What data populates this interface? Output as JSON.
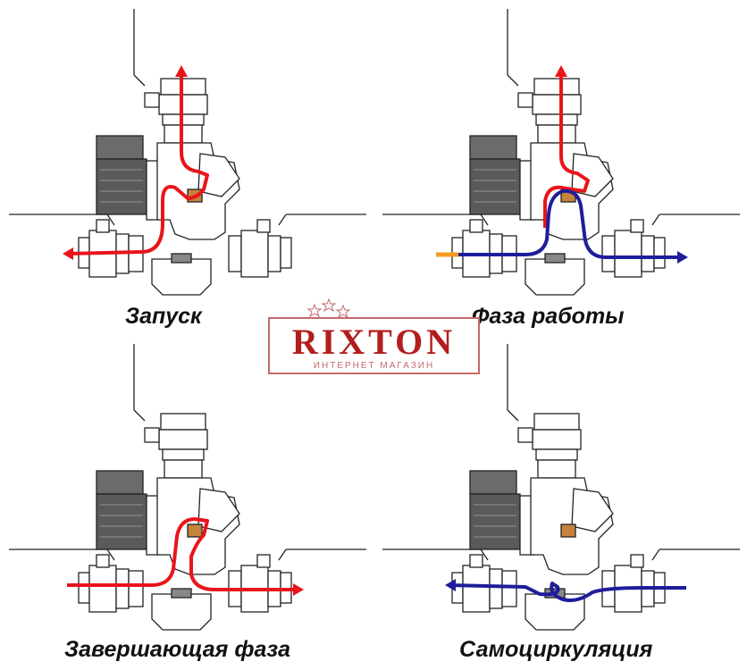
{
  "captions": {
    "startup": "Запуск",
    "operation": "Фаза работы",
    "final": "Завершающая фаза",
    "selfcirc": "Самоциркуляция"
  },
  "logo": {
    "name": "RIXTON",
    "subtitle": "ИНТЕРНЕТ МАГАЗИН"
  },
  "colors": {
    "hot_flow": "#e8151b",
    "cold_flow": "#1f1d9a",
    "inlet": "#f39a1f",
    "logo_accent": "#b21e1e",
    "drawing_line": "#222222"
  }
}
